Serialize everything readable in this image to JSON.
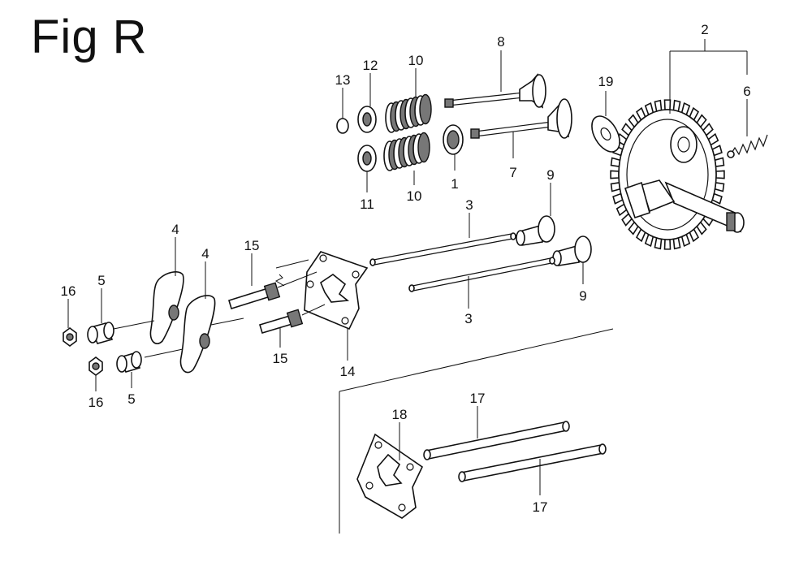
{
  "figure": {
    "title": "Fig R"
  },
  "labels": [
    {
      "id": "lbl-2",
      "text": "2"
    },
    {
      "id": "lbl-6",
      "text": "6"
    },
    {
      "id": "lbl-19",
      "text": "19"
    },
    {
      "id": "lbl-8",
      "text": "8"
    },
    {
      "id": "lbl-7",
      "text": "7"
    },
    {
      "id": "lbl-1",
      "text": "1"
    },
    {
      "id": "lbl-10a",
      "text": "10"
    },
    {
      "id": "lbl-10b",
      "text": "10"
    },
    {
      "id": "lbl-12",
      "text": "12"
    },
    {
      "id": "lbl-13",
      "text": "13"
    },
    {
      "id": "lbl-11",
      "text": "11"
    },
    {
      "id": "lbl-9a",
      "text": "9"
    },
    {
      "id": "lbl-9b",
      "text": "9"
    },
    {
      "id": "lbl-3a",
      "text": "3"
    },
    {
      "id": "lbl-3b",
      "text": "3"
    },
    {
      "id": "lbl-4a",
      "text": "4"
    },
    {
      "id": "lbl-4b",
      "text": "4"
    },
    {
      "id": "lbl-15a",
      "text": "15"
    },
    {
      "id": "lbl-15b",
      "text": "15"
    },
    {
      "id": "lbl-14",
      "text": "14"
    },
    {
      "id": "lbl-16a",
      "text": "16"
    },
    {
      "id": "lbl-16b",
      "text": "16"
    },
    {
      "id": "lbl-5a",
      "text": "5"
    },
    {
      "id": "lbl-5b",
      "text": "5"
    },
    {
      "id": "lbl-18",
      "text": "18"
    },
    {
      "id": "lbl-17a",
      "text": "17"
    },
    {
      "id": "lbl-17b",
      "text": "17"
    }
  ]
}
